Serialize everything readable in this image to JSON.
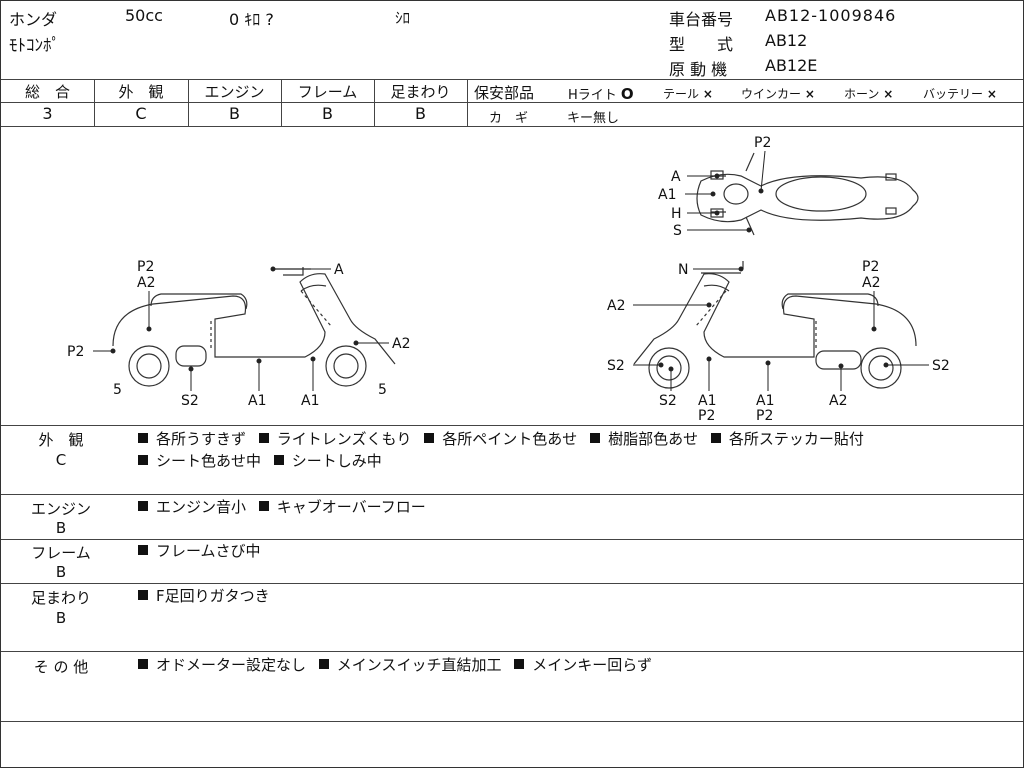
{
  "header": {
    "maker": "ホンダ",
    "displacement": "50cc",
    "mileage": "0 ｷﾛ ?",
    "color": "ｼﾛ",
    "model_name": "ﾓﾄｺﾝﾎﾟ",
    "frame_no_label": "車台番号",
    "frame_no": "AB12-1009846",
    "model_label": "型　　式",
    "model": "AB12",
    "engine_label": "原 動 機",
    "engine": "AB12E"
  },
  "grades": [
    {
      "label": "総　合",
      "value": "3"
    },
    {
      "label": "外　観",
      "value": "C"
    },
    {
      "label": "エンジン",
      "value": "B"
    },
    {
      "label": "フレーム",
      "value": "B"
    },
    {
      "label": "足まわり",
      "value": "B"
    }
  ],
  "safety": {
    "label": "保安部品",
    "items": [
      {
        "label": "Hライト",
        "mark": "O"
      },
      {
        "label": "テール",
        "mark": "×"
      },
      {
        "label": "ウインカー",
        "mark": "×"
      },
      {
        "label": "ホーン",
        "mark": "×"
      },
      {
        "label": "バッテリー",
        "mark": "×"
      }
    ],
    "key_label": "カ　ギ",
    "key_value": "キー無し"
  },
  "diagram": {
    "top_labels": [
      "P2",
      "A",
      "A1",
      "H",
      "S"
    ],
    "left_labels": [
      "P2",
      "A2",
      "A",
      "P2",
      "A2",
      "5",
      "S2",
      "A1",
      "A1",
      "5"
    ],
    "right_labels": [
      "N",
      "P2",
      "A2",
      "A2",
      "S2",
      "S2",
      "S2",
      "A1",
      "P2",
      "A1",
      "P2",
      "A2"
    ]
  },
  "notes": [
    {
      "category": "外　観",
      "grade": "C",
      "lines": [
        [
          "各所うすきず",
          "ライトレンズくもり",
          "各所ペイント色あせ",
          "樹脂部色あせ",
          "各所ステッカー貼付"
        ],
        [
          "シート色あせ中",
          "シートしみ中"
        ]
      ]
    },
    {
      "category": "エンジン",
      "grade": "B",
      "lines": [
        [
          "エンジン音小",
          "キャブオーバーフロー"
        ]
      ]
    },
    {
      "category": "フレーム",
      "grade": "B",
      "lines": [
        [
          "フレームさび中"
        ]
      ]
    },
    {
      "category": "足まわり",
      "grade": "B",
      "lines": [
        [
          "F足回りガタつき"
        ]
      ]
    },
    {
      "category": "そ の 他",
      "grade": "",
      "lines": [
        [
          "オドメーター設定なし",
          "メインスイッチ直結加工",
          "メインキー回らず"
        ]
      ]
    }
  ]
}
